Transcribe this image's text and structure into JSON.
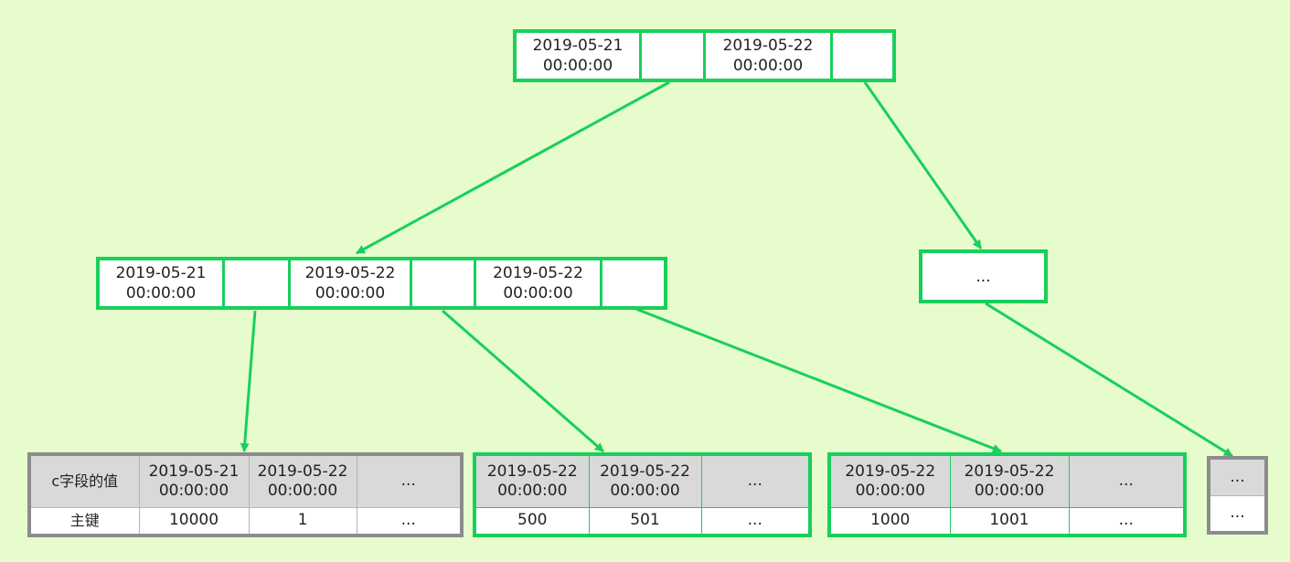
{
  "colors": {
    "background": "#e6fccc",
    "accent": "#19cf5b",
    "leaf_header": "#d9d9d9",
    "gray_border": "#8c8c8c"
  },
  "root": {
    "cells": [
      "2019-05-21\n00:00:00",
      "",
      "2019-05-22\n00:00:00",
      ""
    ]
  },
  "mid_left": {
    "cells": [
      "2019-05-21\n00:00:00",
      "",
      "2019-05-22\n00:00:00",
      "",
      "2019-05-22\n00:00:00",
      ""
    ]
  },
  "mid_right": {
    "cells": [
      "..."
    ]
  },
  "leaf1": {
    "header": [
      "c字段的值",
      "2019-05-21\n00:00:00",
      "2019-05-22\n00:00:00",
      "..."
    ],
    "row": [
      "主键",
      "10000",
      "1",
      "..."
    ]
  },
  "leaf2": {
    "header": [
      "2019-05-22\n00:00:00",
      "2019-05-22\n00:00:00",
      "..."
    ],
    "row": [
      "500",
      "501",
      "..."
    ]
  },
  "leaf3": {
    "header": [
      "2019-05-22\n00:00:00",
      "2019-05-22\n00:00:00",
      "..."
    ],
    "row": [
      "1000",
      "1001",
      "..."
    ]
  },
  "leaf4": {
    "header": [
      "..."
    ],
    "row": [
      "..."
    ]
  }
}
